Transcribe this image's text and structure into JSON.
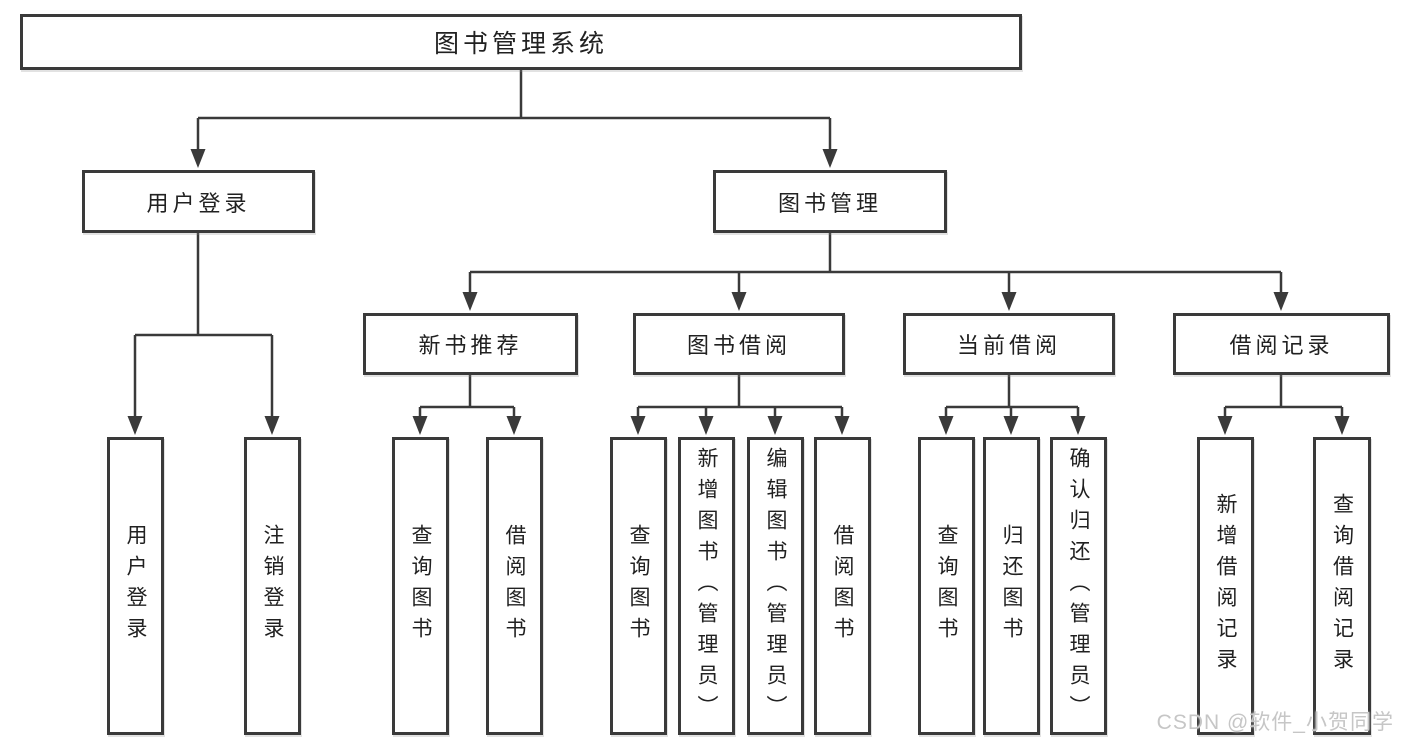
{
  "root": {
    "label": "图书管理系统"
  },
  "level2": [
    {
      "label": "用户登录",
      "parent": "图书管理系统"
    },
    {
      "label": "图书管理",
      "parent": "图书管理系统"
    }
  ],
  "level3": [
    {
      "label": "新书推荐",
      "parent": "图书管理"
    },
    {
      "label": "图书借阅",
      "parent": "图书管理"
    },
    {
      "label": "当前借阅",
      "parent": "图书管理"
    },
    {
      "label": "借阅记录",
      "parent": "图书管理"
    }
  ],
  "leaves": [
    {
      "label": "用户登录",
      "parent": "用户登录"
    },
    {
      "label": "注销登录",
      "parent": "用户登录"
    },
    {
      "label": "查询图书",
      "parent": "新书推荐"
    },
    {
      "label": "借阅图书",
      "parent": "新书推荐"
    },
    {
      "label": "查询图书",
      "parent": "图书借阅"
    },
    {
      "label": "新增图书（管理员）",
      "parent": "图书借阅"
    },
    {
      "label": "编辑图书（管理员）",
      "parent": "图书借阅"
    },
    {
      "label": "借阅图书",
      "parent": "图书借阅"
    },
    {
      "label": "查询图书",
      "parent": "当前借阅"
    },
    {
      "label": "归还图书",
      "parent": "当前借阅"
    },
    {
      "label": "确认归还（管理员）",
      "parent": "当前借阅"
    },
    {
      "label": "新增借阅记录",
      "parent": "借阅记录"
    },
    {
      "label": "查询借阅记录",
      "parent": "借阅记录"
    }
  ],
  "watermark": {
    "text": "CSDN @软件_小贺同学"
  },
  "colors": {
    "line": "#3a3a3a",
    "box_border": "#3a3a3a",
    "text": "#212121",
    "background": "#ffffff",
    "watermark": "#c6c6c6"
  }
}
